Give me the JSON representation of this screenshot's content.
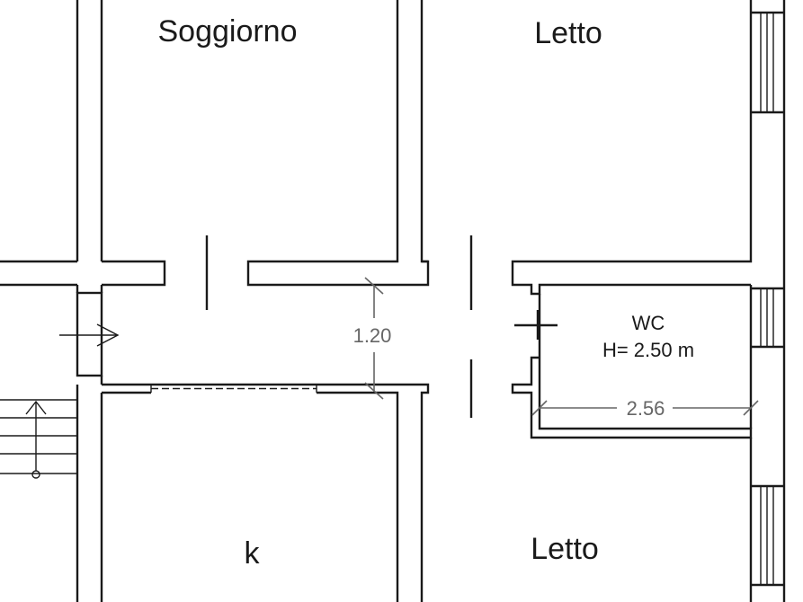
{
  "rooms": {
    "soggiorno": "Soggiorno",
    "letto_top": "Letto",
    "letto_bottom": "Letto",
    "kitchen": "k",
    "wc": "WC",
    "wc_height": "H= 2.50 m"
  },
  "dimensions": {
    "corridor_width": "1.20",
    "wc_width": "2.56"
  }
}
